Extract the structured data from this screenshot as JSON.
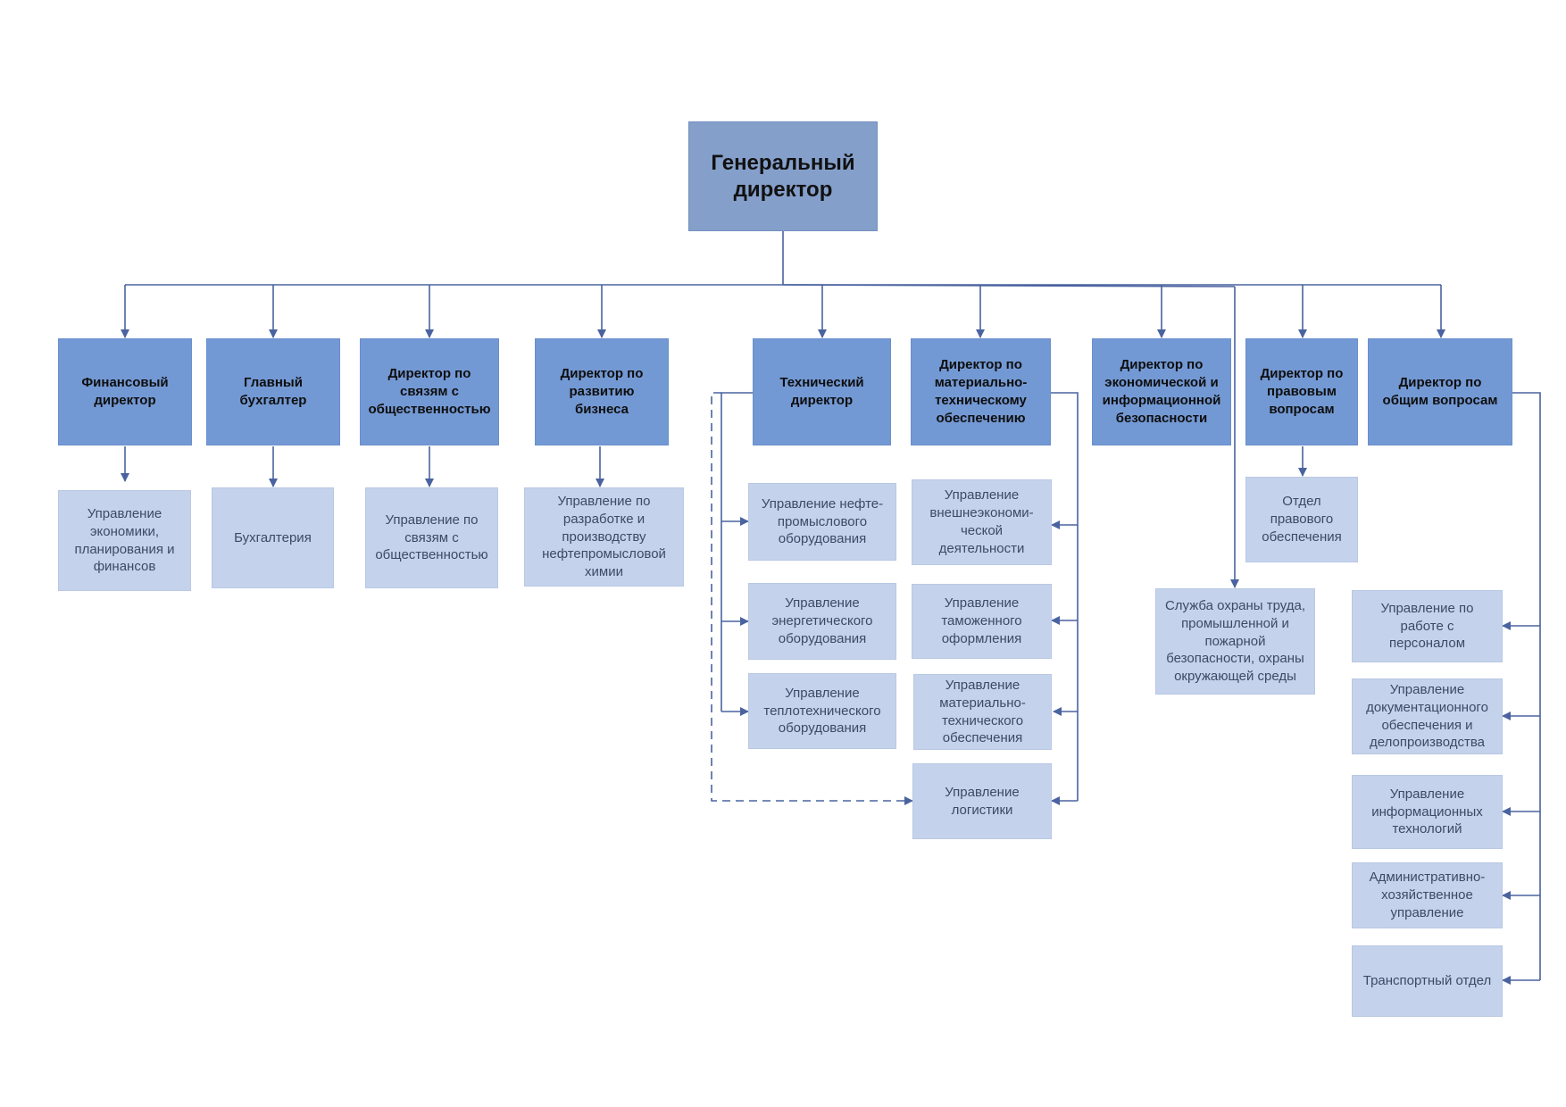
{
  "diagram": {
    "colors": {
      "top": "#859fcb",
      "director": "#7399d4",
      "department": "#c4d2eb",
      "line": "#4a63a0"
    },
    "ceo": "Генеральный\nдиректор",
    "directors": {
      "fin": "Финансовый\nдиректор",
      "acc": "Главный\nбухгалтер",
      "pr": "Директор по\nсвязям с\nобщественностью",
      "bd": "Директор по\nразвитию\nбизнеса",
      "tech": "Технический\nдиректор",
      "mts": "Директор по\nматериально-\nтехническому\nобеспечению",
      "sec": "Директор по\nэкономической и\nинформационной\nбезопасности",
      "legal": "Директор по\nправовым\nвопросам",
      "gen": "Директор по\nобщим вопросам"
    },
    "departments": {
      "econ": "Управление\nэкономики,\nпланирования и\nфинансов",
      "buh": "Бухгалтерия",
      "pr": "Управление по\nсвязям с\nобщественностью",
      "chem": "Управление по\nразработке и\nпроизводству\nнефтепромысловой\nхимии",
      "oil": "Управление нефте-\nпромыслового\nоборудования",
      "energy": "Управление\nэнергетического\nоборудования",
      "heat": "Управление\nтеплотехнического\nоборудования",
      "foreign": "Управление\nвнешнеэкономи-\nческой\nдеятельности",
      "customs": "Управление\nтаможенного\nоформления",
      "mtsdep": "Управление\nматериально-\nтехнического\nобеспечения",
      "logistics": "Управление\nлогистики",
      "safety": "Служба охраны труда,\nпромышленной и\nпожарной\nбезопасности, охраны\nокружающей среды",
      "legaldep": "Отдел\nправового\nобеспечения",
      "hr": "Управление по\nработе с\nперсоналом",
      "docs": "Управление\nдокументационного\nобеспечения и\nделопроизводства",
      "it": "Управление\nинформационных\nтехнологий",
      "admin": "Административно-\nхозяйственное\nуправление",
      "transport": "Транспортный отдел"
    }
  }
}
